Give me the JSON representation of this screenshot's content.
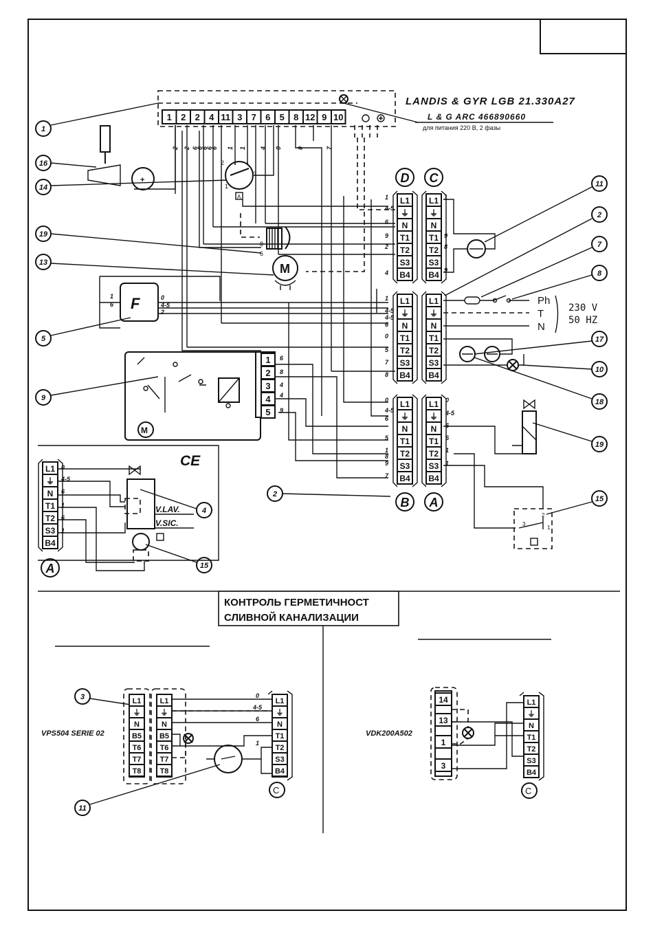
{
  "header": {
    "title": "LANDIS & GYR LGB 21.330A27",
    "subtitle": "L & G   ARC  466890660",
    "note": "для питания 220 В, 2 фазы"
  },
  "controller_terminals": [
    "1",
    "2",
    "2",
    "4",
    "11",
    "3",
    "7",
    "6",
    "5",
    "8",
    "12",
    "9",
    "10"
  ],
  "strip_labels": [
    "L1",
    "⏚",
    "N",
    "T1",
    "T2",
    "S3",
    "B4"
  ],
  "blocks": {
    "A": "A",
    "B": "B",
    "C": "C",
    "D": "D"
  },
  "callouts": [
    "1",
    "16",
    "14",
    "19",
    "13",
    "5",
    "9",
    "11",
    "2",
    "7",
    "8",
    "17",
    "10",
    "18",
    "19",
    "15",
    "2",
    "4",
    "15",
    "3",
    "11"
  ],
  "supply": {
    "phase": "Ph",
    "earth": "T",
    "neutral": "N",
    "voltage": "230  V",
    "frequency": "50  HZ"
  },
  "components": {
    "filter": "F",
    "motor": "M",
    "small_motor": "M",
    "ce": "CE",
    "valve_wash": "V.LAV.",
    "valve_safety": "V.SIC."
  },
  "relay_terminals": [
    "1",
    "2",
    "3",
    "4",
    "5"
  ],
  "wire_labels": {
    "d_block": [
      "1",
      "4-5",
      "6",
      "9",
      "2",
      "4"
    ],
    "c_block": [
      "1",
      "9",
      "8",
      "9"
    ],
    "mid_left": [
      "1",
      "4-5",
      "4-5",
      "6",
      "0",
      "5",
      "7",
      "8"
    ],
    "low_left": [
      "0",
      "4-5",
      "6",
      "5",
      "1",
      "8",
      "9",
      "7"
    ],
    "a_block": [
      "0",
      "4-5",
      "6",
      "6",
      "1",
      "1"
    ],
    "relay": [
      "6",
      "8",
      "4",
      "4",
      "9"
    ],
    "controller_drops": [
      "2",
      "2",
      "6",
      "6",
      "6",
      "6",
      "6",
      "1",
      "1",
      "9",
      "4",
      "0",
      "7"
    ],
    "filter": [
      "1",
      "6",
      "0",
      "4-5",
      "2"
    ],
    "ce": [
      "0",
      "4-5",
      "6",
      "1",
      "6",
      "1"
    ],
    "bottom_left": [
      "0",
      "4-5",
      "6",
      "1"
    ]
  },
  "banner": {
    "line1": "КОНТРОЛЬ ГЕРМЕТИЧНОСТ",
    "line2": "СЛИВНОЙ КАНАЛИЗАЦИИ"
  },
  "bottom_left": {
    "model": "VPS504 SERIE 02",
    "strip_a": [
      "L1",
      "⏚",
      "N",
      "B5",
      "T6",
      "T7",
      "T8"
    ]
  },
  "bottom_right": {
    "model": "VDK200A502",
    "terminals": [
      "14",
      "13",
      "1",
      "3"
    ]
  }
}
